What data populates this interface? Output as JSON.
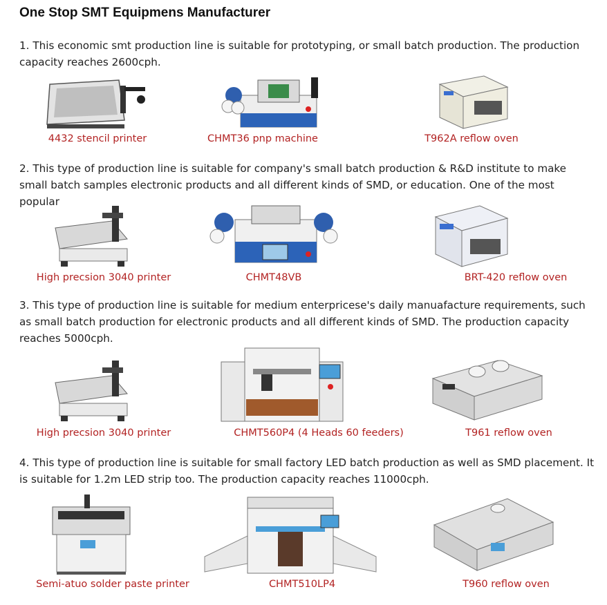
{
  "page": {
    "title": "One Stop SMT Equipmens Manufacturer",
    "accent_color": "#b22222"
  },
  "sections": [
    {
      "text": "1. This economic smt production line is suitable for prototyping, or small batch production. The production capacity reaches 2600cph.",
      "products": [
        {
          "label": "4432 stencil printer",
          "icon": "stencil-printer-icon"
        },
        {
          "label": "CHMT36 pnp machine",
          "icon": "pick-and-place-icon"
        },
        {
          "label": "T962A reflow oven",
          "icon": "reflow-oven-icon"
        }
      ]
    },
    {
      "text": "2. This type of production line is suitable for company's small batch production & R&D institute to make small batch samples electronic products and all different kinds of SMD, or education. One of the most popular",
      "products": [
        {
          "label": "High precsion 3040 printer",
          "icon": "stencil-printer-icon"
        },
        {
          "label": "CHMT48VB",
          "icon": "pick-and-place-icon"
        },
        {
          "label": "BRT-420 reflow oven",
          "icon": "reflow-oven-icon"
        }
      ]
    },
    {
      "text": "3. This type of production line is suitable for medium enterpricese's daily manuafacture requirements, such as small batch production for electronic products and all different kinds of SMD. The production capacity reaches 5000cph.",
      "products": [
        {
          "label": "High precsion 3040 printer",
          "icon": "stencil-printer-icon"
        },
        {
          "label": "CHMT560P4 (4 Heads 60 feeders)",
          "icon": "pick-and-place-icon"
        },
        {
          "label": "T961 reflow oven",
          "icon": "reflow-oven-icon"
        }
      ]
    },
    {
      "text": "4. This type of production line is suitable for small factory LED batch production as well as SMD placement. It is suitable for 1.2m LED strip too. The production capacity reaches 11000cph.",
      "products": [
        {
          "label": "Semi-atuo solder paste printer",
          "icon": "stencil-printer-icon"
        },
        {
          "label": "CHMT510LP4",
          "icon": "pick-and-place-icon"
        },
        {
          "label": "T960 reflow oven",
          "icon": "reflow-oven-icon"
        }
      ]
    }
  ]
}
